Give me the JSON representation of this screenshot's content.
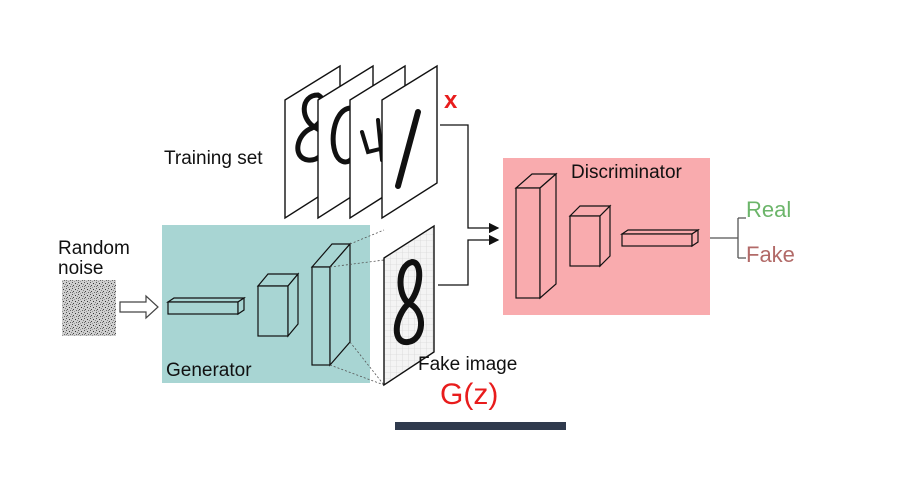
{
  "labels": {
    "training_set": "Training set",
    "x_symbol": "x",
    "random_noise_line1": "Random",
    "random_noise_line2": "noise",
    "generator": "Generator",
    "fake_image": "Fake image",
    "gz": "G(z)",
    "discriminator": "Discriminator",
    "real": "Real",
    "fake": "Fake"
  },
  "colors": {
    "generator_box": "#a8d5d3",
    "discriminator_box": "#f9abae",
    "x_label": "#e81c1c",
    "gz_label": "#e81c1c",
    "real_label": "#6cb56a",
    "fake_label": "#b26a68",
    "underline_bar": "#2f3a4d",
    "line": "#111111"
  },
  "icons": {
    "noise": "noise-texture-icon",
    "arrow": "hollow-arrow-icon",
    "training_digits": [
      "8",
      "0",
      "4",
      "1"
    ],
    "fake_digit": "8"
  }
}
